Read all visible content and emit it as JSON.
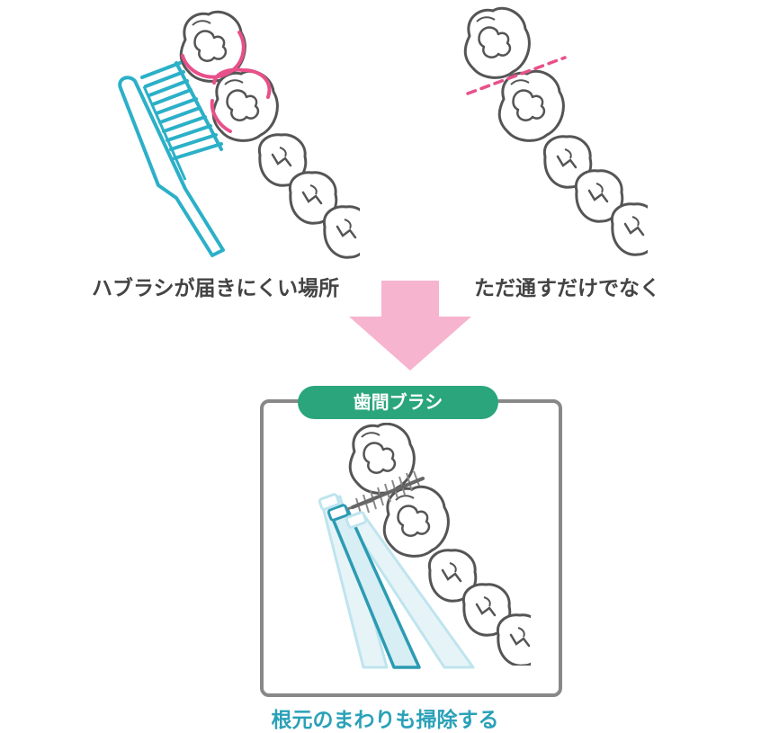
{
  "labels": {
    "left": "ハブラシが届きにくい場所",
    "right": "ただ通すだけでなく",
    "tag": "歯間ブラシ",
    "bottom": "根元のまわりも掃除する"
  },
  "colors": {
    "pink": "#e8508a",
    "arrow": "#f6b4cf",
    "teal_dark": "#2b9bb3",
    "teal_light": "#bfe4ee",
    "green": "#2aa57c",
    "outline": "#555555",
    "frame": "#888888"
  },
  "icons": [
    "toothbrush-icon",
    "teeth-icon",
    "interdental-brush-icon",
    "down-arrow-icon"
  ]
}
